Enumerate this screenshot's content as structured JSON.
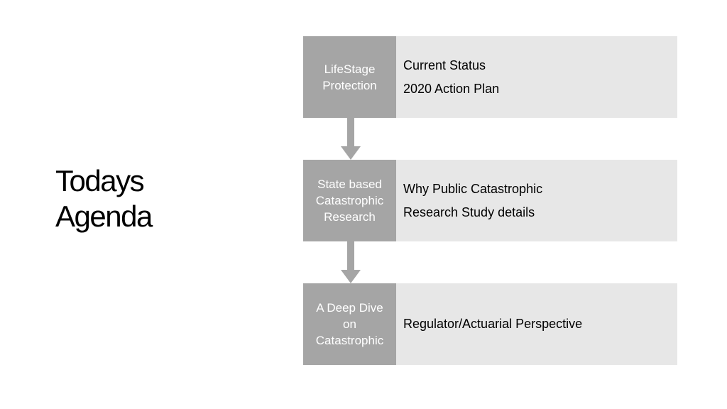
{
  "title": {
    "line1": "Todays",
    "line2": "Agenda"
  },
  "stages": [
    {
      "label": [
        "LifeStage",
        "Protection"
      ],
      "details": [
        "Current Status",
        "2020 Action Plan"
      ]
    },
    {
      "label": [
        "State based",
        "Catastrophic",
        "Research"
      ],
      "details": [
        "Why Public Catastrophic",
        "Research Study details"
      ]
    },
    {
      "label": [
        "A Deep Dive",
        "on",
        "Catastrophic"
      ],
      "details": [
        "Regulator/Actuarial Perspective"
      ]
    }
  ],
  "colors": {
    "stage_box": "#a5a5a5",
    "detail_panel": "#e7e7e7",
    "arrow": "#a5a5a5"
  }
}
